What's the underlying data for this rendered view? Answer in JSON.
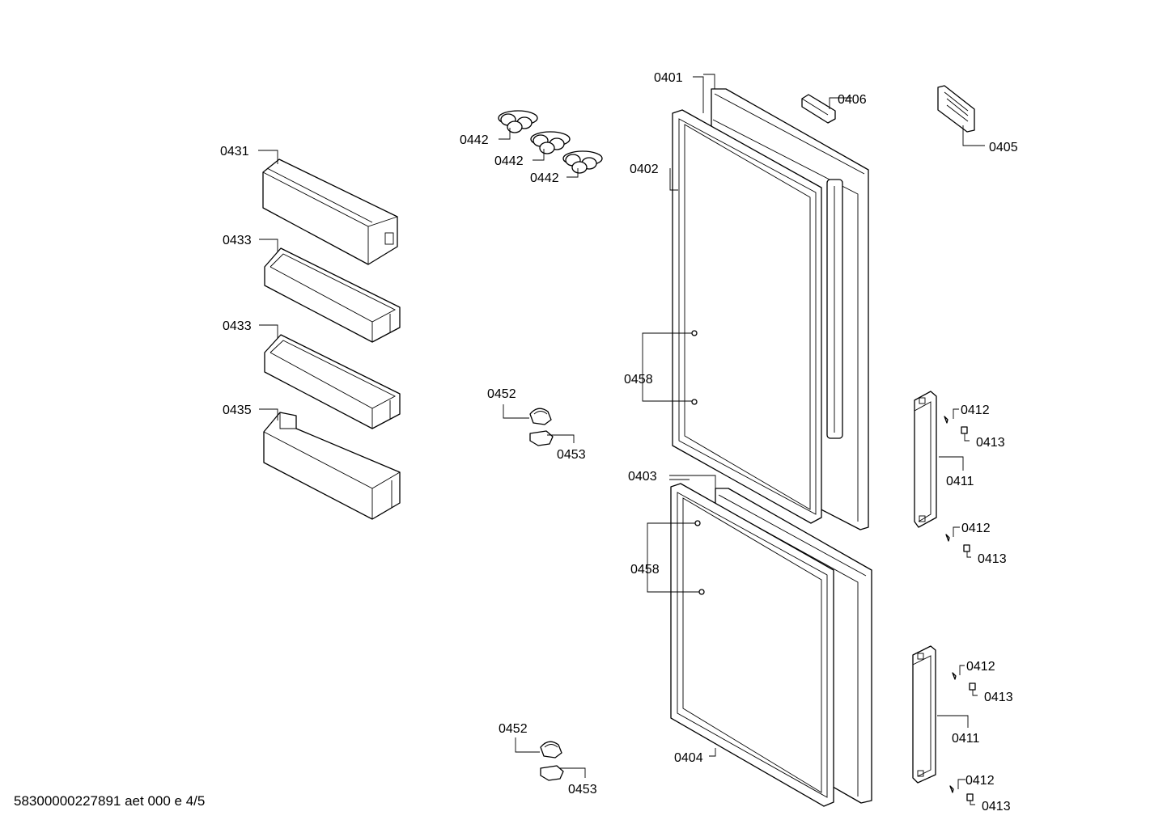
{
  "footer": "58300000227891 aet 000 e 4/5",
  "labels": {
    "l0401": "0401",
    "l0402": "0402",
    "l0403": "0403",
    "l0404": "0404",
    "l0405": "0405",
    "l0406": "0406",
    "l0411a": "0411",
    "l0411b": "0411",
    "l0412a": "0412",
    "l0412b": "0412",
    "l0412c": "0412",
    "l0412d": "0412",
    "l0413a": "0413",
    "l0413b": "0413",
    "l0413c": "0413",
    "l0413d": "0413",
    "l0431": "0431",
    "l0433a": "0433",
    "l0433b": "0433",
    "l0435": "0435",
    "l0442a": "0442",
    "l0442b": "0442",
    "l0442c": "0442",
    "l0452a": "0452",
    "l0452b": "0452",
    "l0453a": "0453",
    "l0453b": "0453",
    "l0458a": "0458",
    "l0458b": "0458"
  }
}
